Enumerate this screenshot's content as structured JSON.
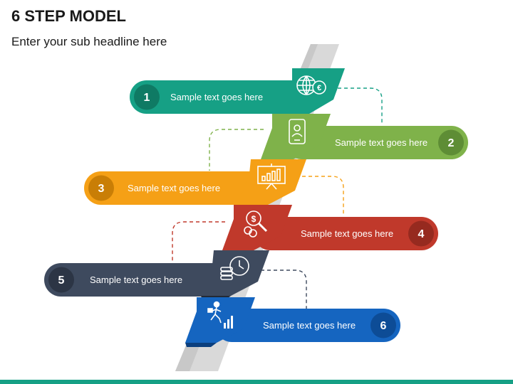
{
  "title": "6 STEP MODEL",
  "subtitle": "Enter your sub headline here",
  "steps": [
    {
      "number": "1",
      "text": "Sample text goes here",
      "color": "#16a085",
      "icon": "globe-euro-icon"
    },
    {
      "number": "2",
      "text": "Sample text goes here",
      "color": "#7fb24a",
      "icon": "id-card-icon"
    },
    {
      "number": "3",
      "text": "Sample text goes here",
      "color": "#f5a016",
      "icon": "presentation-chart-icon"
    },
    {
      "number": "4",
      "text": "Sample text goes here",
      "color": "#c0392b",
      "icon": "money-search-icon"
    },
    {
      "number": "5",
      "text": "Sample text goes here",
      "color": "#3e4a5e",
      "icon": "coins-clock-icon"
    },
    {
      "number": "6",
      "text": "Sample text goes here",
      "color": "#1565c0",
      "icon": "businessman-growth-icon"
    }
  ],
  "accent_color": "#16a085",
  "spine_color": "#d9d9d9"
}
